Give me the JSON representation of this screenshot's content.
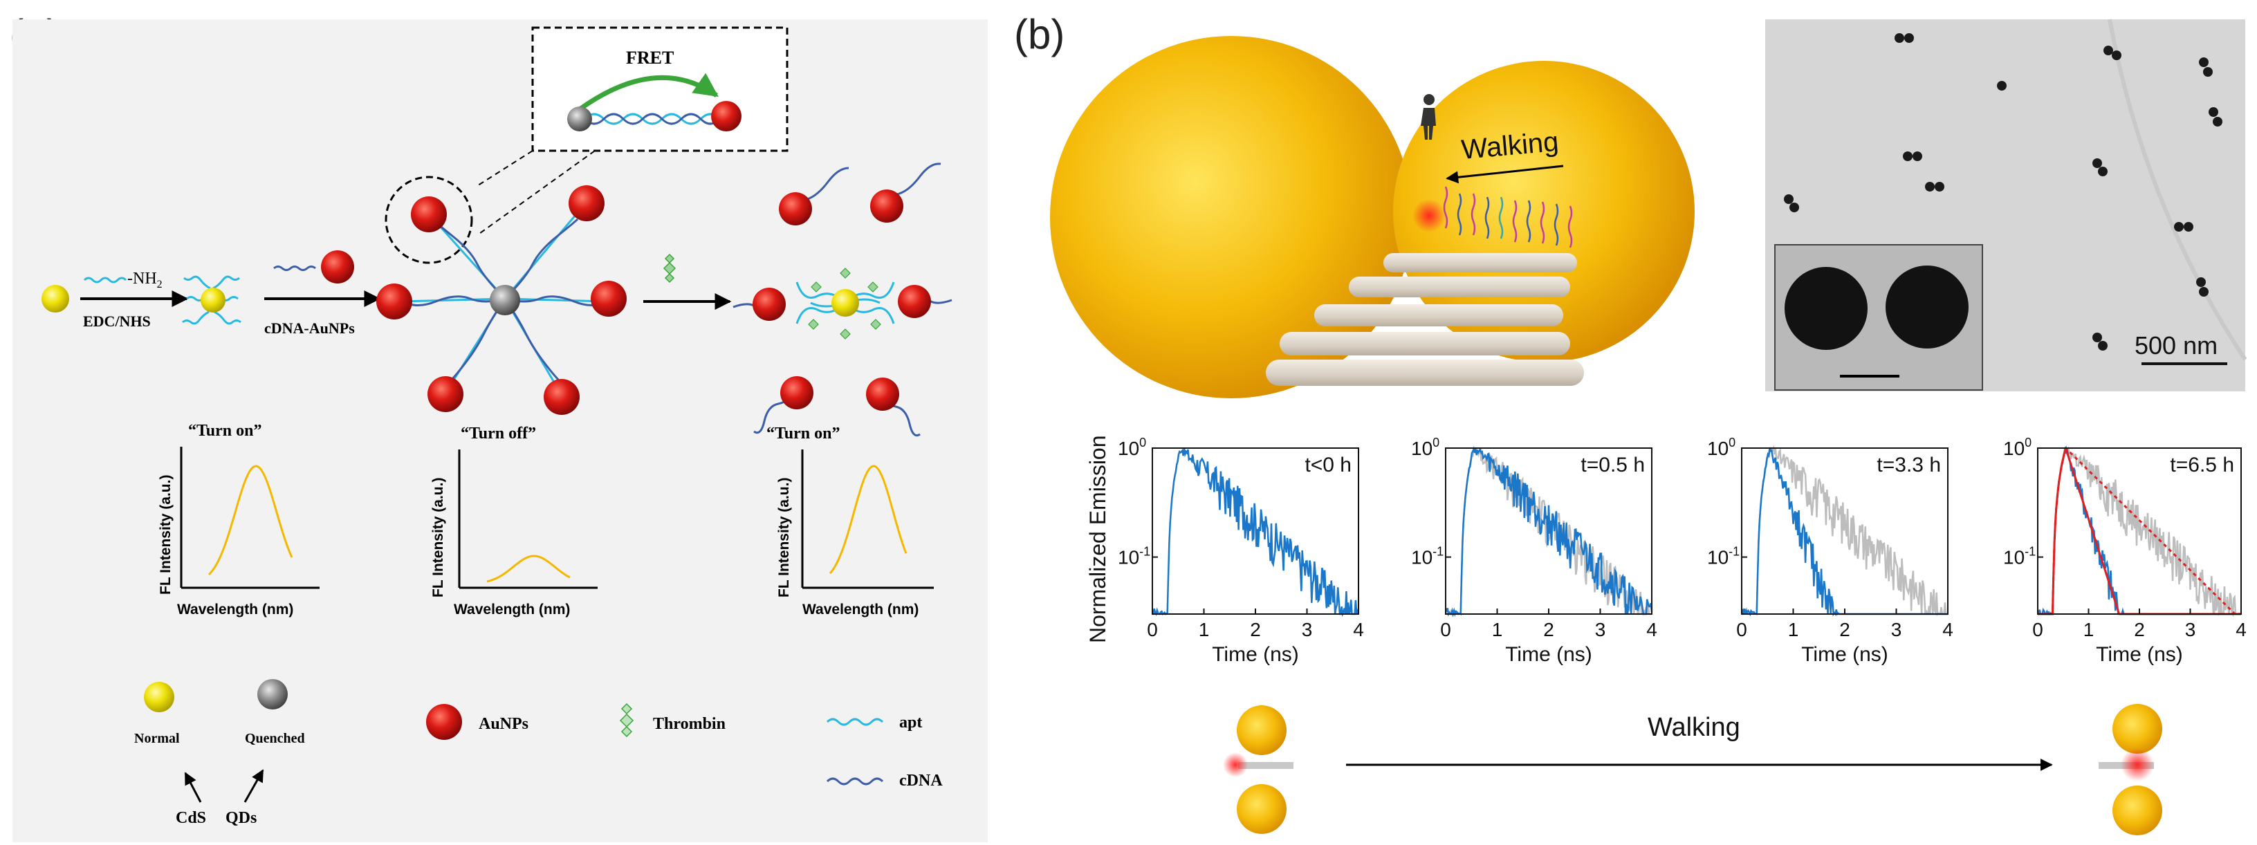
{
  "panel_a": {
    "label": "(a)",
    "fret_label": "FRET",
    "nh2_label": "-NH",
    "nh2_sub": "2",
    "edc_label": "EDC/NHS",
    "cdna_aunps_label": "cDNA-AuNPs",
    "plots": [
      {
        "title": "“Turn on”",
        "ylabel": "FL Intensity (a.u.)",
        "xlabel": "Wavelength (nm)",
        "level": 0.85
      },
      {
        "title": "“Turn off”",
        "ylabel": "FL Intensity (a.u.)",
        "xlabel": "Wavelength (nm)",
        "level": 0.2
      },
      {
        "title": "“Turn on”",
        "ylabel": "FL Intensity (a.u.)",
        "xlabel": "Wavelength (nm)",
        "level": 0.85
      }
    ],
    "legend": {
      "normal": "Normal",
      "quenched": "Quenched",
      "cds": "CdS",
      "qds": "QDs",
      "aunps": "AuNPs",
      "thrombin": "Thrombin",
      "apt": "apt",
      "cdna": "cDNA"
    },
    "colors": {
      "qd_normal": "#f2e600",
      "qd_quenched": "#8a8a8a",
      "aunp": "#d41414",
      "apt": "#27b9e0",
      "cdna": "#3c5ea8",
      "curve": "#f5b800"
    }
  },
  "panel_b": {
    "label": "(b)",
    "walking_label": "Walking",
    "scale_bar": "500 nm",
    "ylabel": "Normalized Emission",
    "xlabel": "Time (ns)",
    "y_tick_major": "10",
    "y_tick_major_exp": "0",
    "y_tick_minor": "10",
    "y_tick_minor_exp": "-1",
    "x_ticks": [
      "0",
      "1",
      "2",
      "3",
      "4"
    ],
    "times": [
      "t<0 h",
      "t=0.5 h",
      "t=3.3 h",
      "t=6.5 h"
    ],
    "bottom_walking": "Walking",
    "colors": {
      "decay": "#1a77c9",
      "reference": "#bdbdbd",
      "fit": "#e02020",
      "gold": "#f2b705"
    }
  },
  "chart_data": [
    {
      "type": "line",
      "title": "t<0 h",
      "xlabel": "Time (ns)",
      "ylabel": "Normalized Emission",
      "ylim": [
        0.03,
        1
      ],
      "xlim": [
        0,
        4
      ],
      "yscale": "log",
      "series": [
        {
          "lifetime_ns": 0.95
        }
      ]
    },
    {
      "type": "line",
      "title": "t=0.5 h",
      "xlabel": "Time (ns)",
      "ylabel": "Normalized Emission",
      "ylim": [
        0.03,
        1
      ],
      "xlim": [
        0,
        4
      ],
      "yscale": "log",
      "series": [
        {
          "lifetime_ns": 0.95
        },
        {
          "lifetime_ns": 0.95
        }
      ]
    },
    {
      "type": "line",
      "title": "t=3.3 h",
      "xlabel": "Time (ns)",
      "ylabel": "Normalized Emission",
      "ylim": [
        0.03,
        1
      ],
      "xlim": [
        0,
        4
      ],
      "yscale": "log",
      "series": [
        {
          "lifetime_ns": 0.95
        },
        {
          "lifetime_ns": 0.35
        }
      ]
    },
    {
      "type": "line",
      "title": "t=6.5 h",
      "xlabel": "Time (ns)",
      "ylabel": "Normalized Emission",
      "ylim": [
        0.03,
        1
      ],
      "xlim": [
        0,
        4
      ],
      "yscale": "log",
      "series": [
        {
          "lifetime_ns": 0.95
        },
        {
          "lifetime_ns": 0.3
        },
        {
          "lifetime_ns": 0.95
        },
        {
          "lifetime_ns": 0.3
        }
      ]
    }
  ]
}
